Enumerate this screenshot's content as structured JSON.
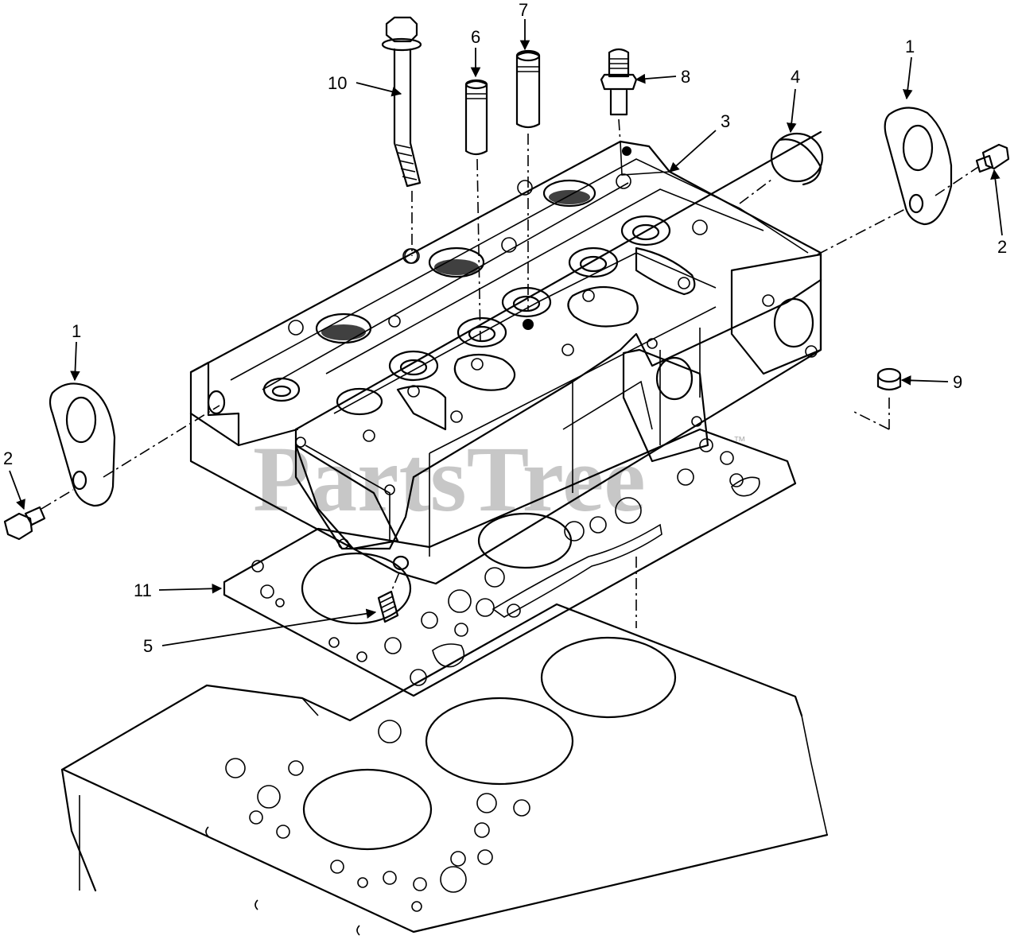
{
  "watermark": {
    "text": "PartsTree",
    "mark": "™"
  },
  "callouts": [
    "1",
    "2",
    "3",
    "4",
    "5",
    "6",
    "7",
    "8",
    "9",
    "10",
    "11",
    "1",
    "2"
  ]
}
